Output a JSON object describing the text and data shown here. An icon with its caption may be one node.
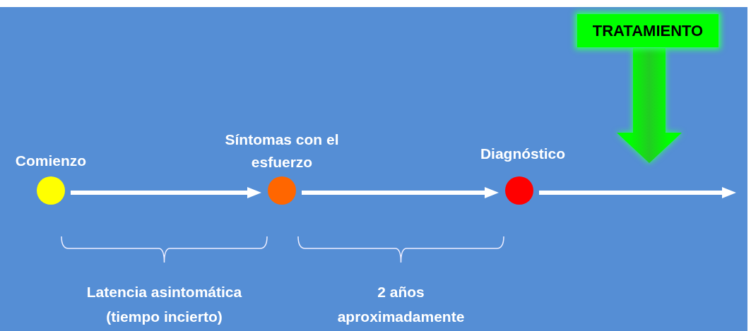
{
  "diagram": {
    "nodes": [
      {
        "text": [
          "Comienzo"
        ]
      },
      {
        "text": [
          "Síntomas con el esfuerzo"
        ]
      },
      {
        "text": [
          "Diagnóstico"
        ]
      },
      {
        "text": [
          "TRATAMIENTO"
        ]
      }
    ],
    "edges": [
      {
        "from": 0,
        "to": 1,
        "arrow": "to"
      },
      {
        "from": 1,
        "to": 2,
        "arrow": "to"
      },
      {
        "from": 2,
        "to": null,
        "arrow": "to"
      },
      {
        "from": 3,
        "to": null,
        "arrow": "to",
        "style": "thick",
        "color": "#22cc22"
      }
    ],
    "labels": [
      "Latencia asintomática (tiempo incierto)",
      "2 años aproximadamente"
    ]
  }
}
